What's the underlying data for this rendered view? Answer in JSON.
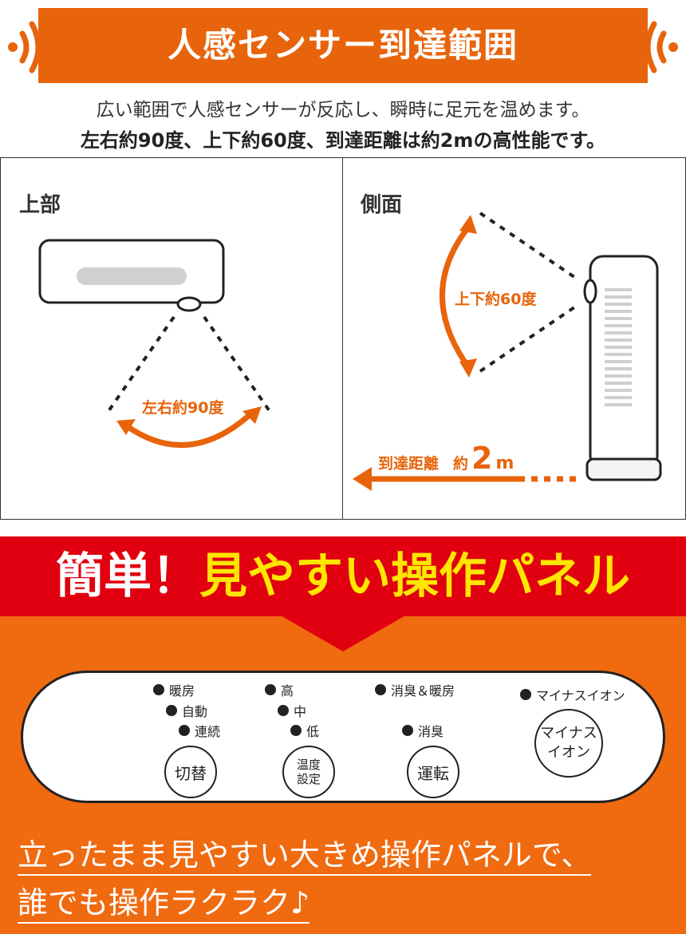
{
  "section1": {
    "title": "人感センサー到達範囲",
    "intro_line1": "広い範囲で人感センサーが反応し、瞬時に足元を温めます。",
    "intro_line2": "左右約90度、上下約60度、到達距離は約2mの高性能です。",
    "top_view": {
      "label": "上部",
      "angle_label": "左右約90度"
    },
    "side_view": {
      "label": "側面",
      "angle_label": "上下約60度",
      "distance_label": "到達距離",
      "distance_prefix": "約",
      "distance_value": "2",
      "distance_unit": "m"
    }
  },
  "section2": {
    "headline_white": "簡単！",
    "headline_yellow": "見やすい操作パネル",
    "panel": {
      "mode_indicators": [
        "暖房",
        "自動",
        "連続"
      ],
      "mode_button": "切替",
      "temp_indicators": [
        "高",
        "中",
        "低"
      ],
      "temp_button_line1": "温度",
      "temp_button_line2": "設定",
      "run_indicators": [
        "消臭＆暖房",
        "消臭"
      ],
      "run_button": "運転",
      "ion_indicator": "マイナスイオン",
      "ion_button_line1": "マイナス",
      "ion_button_line2": "イオン"
    },
    "footer_line1": "立ったまま見やすい大きめ操作パネルで、",
    "footer_line2": "誰でも操作ラクラク♪"
  },
  "colors": {
    "orange": "#e8640c",
    "red": "#e0000f",
    "yellow": "#ffe600"
  }
}
